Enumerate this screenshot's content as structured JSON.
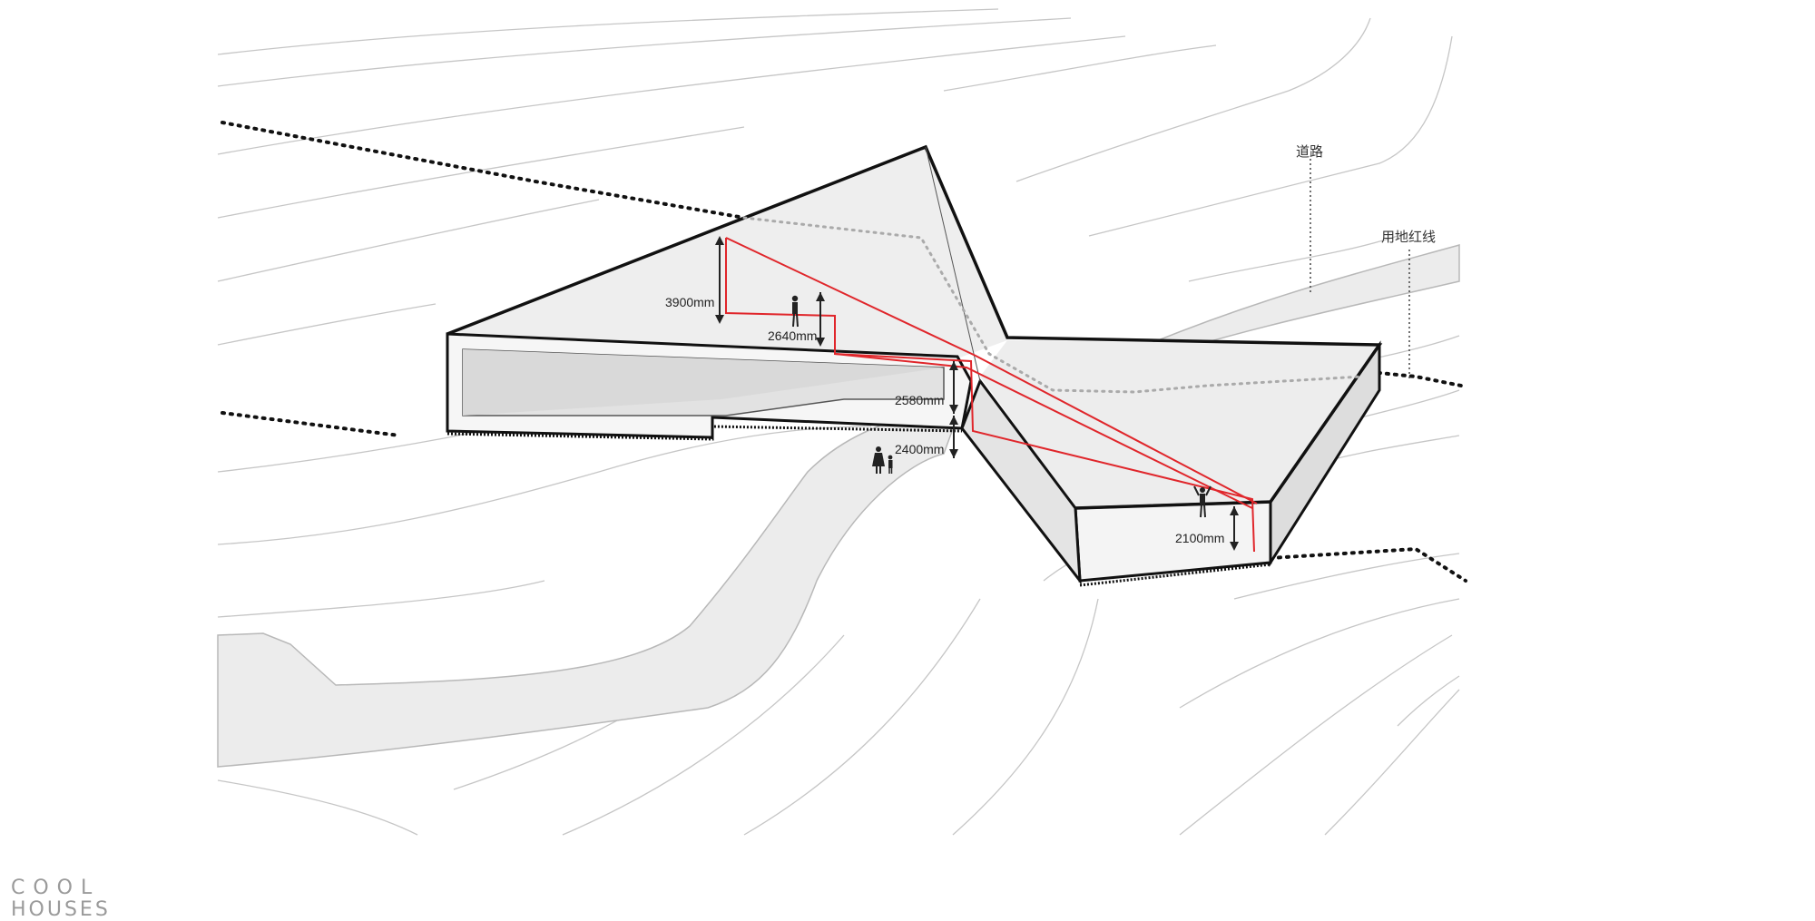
{
  "dimensions": {
    "d3900": "3900mm",
    "d2640": "2640mm",
    "d2580": "2580mm",
    "d2400": "2400mm",
    "d2100": "2100mm"
  },
  "labels": {
    "road": "道路",
    "site_line": "用地红线"
  },
  "watermark": {
    "line1": "COOL",
    "line2": "HOUSES"
  },
  "colors": {
    "section_line": "#e0262b",
    "building_fill": "#eeeeee",
    "road_fill": "#ececec",
    "contour": "#c6c6c6"
  }
}
